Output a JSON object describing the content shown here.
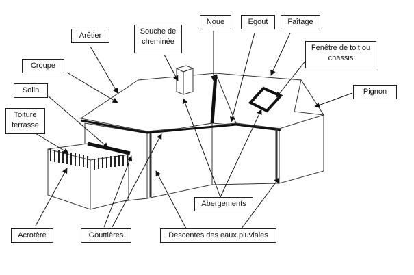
{
  "labels": {
    "arretier": "Arêtier",
    "souche": "Souche de cheminée",
    "noue": "Noue",
    "egout": "Egout",
    "faitage": "Faîtage",
    "fenetre": "Fenêtre de toit ou châssis",
    "croupe": "Croupe",
    "solin": "Solin",
    "pignon": "Pignon",
    "toiture": "Toiture terrasse",
    "abergements": "Abergements",
    "acrotere": "Acrotère",
    "gouttieres": "Gouttières",
    "descentes": "Descentes des eaux pluviales"
  }
}
